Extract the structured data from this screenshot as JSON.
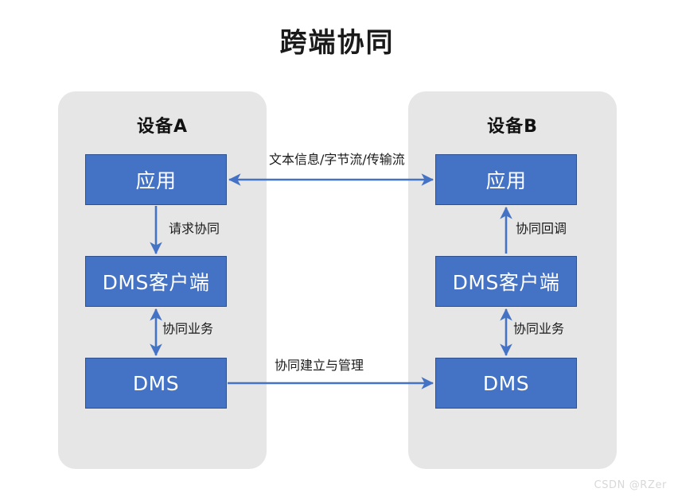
{
  "title": "跨端协同",
  "devices": [
    {
      "id": "a",
      "name": "设备A",
      "nodes": [
        {
          "key": "app",
          "label": "应用"
        },
        {
          "key": "client",
          "label": "DMS客户端"
        },
        {
          "key": "dms",
          "label": "DMS"
        }
      ],
      "internal_edges": [
        {
          "key": "request",
          "label": "请求协同",
          "direction": "down",
          "from": "应用",
          "to": "DMS客户端"
        },
        {
          "key": "business",
          "label": "协同业务",
          "direction": "both",
          "from": "DMS客户端",
          "to": "DMS"
        }
      ]
    },
    {
      "id": "b",
      "name": "设备B",
      "nodes": [
        {
          "key": "app",
          "label": "应用"
        },
        {
          "key": "client",
          "label": "DMS客户端"
        },
        {
          "key": "dms",
          "label": "DMS"
        }
      ],
      "internal_edges": [
        {
          "key": "callback",
          "label": "协同回调",
          "direction": "up",
          "from": "DMS客户端",
          "to": "应用"
        },
        {
          "key": "business",
          "label": "协同业务",
          "direction": "both",
          "from": "DMS客户端",
          "to": "DMS"
        }
      ]
    }
  ],
  "cross_edges": [
    {
      "key": "top",
      "label": "文本信息/字节流/传输流",
      "direction": "both",
      "from": "设备A 应用",
      "to": "设备B 应用"
    },
    {
      "key": "bottom",
      "label": "协同建立与管理",
      "direction": "right",
      "from": "设备A DMS",
      "to": "设备B DMS"
    }
  ],
  "colors": {
    "node_fill": "#4472c4",
    "node_border": "#2f528f",
    "panel_bg": "#e6e6e6",
    "arrow": "#4472c4",
    "page_bg": "#ffffff",
    "title_text": "#1a1a1a",
    "watermark_text": "#d8d8d8"
  },
  "watermark": "CSDN @RZer"
}
